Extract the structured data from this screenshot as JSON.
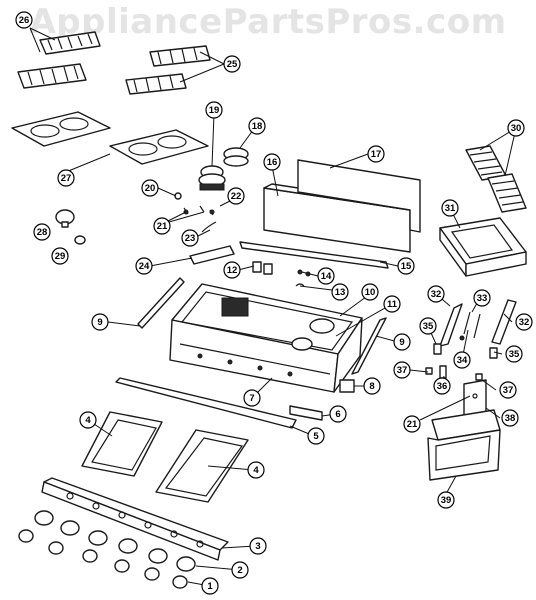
{
  "watermark": "AppliancePartsPros.com",
  "callouts": {
    "c1": "1",
    "c2": "2",
    "c3": "3",
    "c4a": "4",
    "c4b": "4",
    "c5": "5",
    "c6": "6",
    "c7": "7",
    "c8": "8",
    "c9a": "9",
    "c9b": "9",
    "c10": "10",
    "c11": "11",
    "c12": "12",
    "c13": "13",
    "c14": "14",
    "c15": "15",
    "c16": "16",
    "c17": "17",
    "c18": "18",
    "c19": "19",
    "c20": "20",
    "c21a": "21",
    "c21b": "21",
    "c22": "22",
    "c23": "23",
    "c24": "24",
    "c25": "25",
    "c26": "26",
    "c27": "27",
    "c28": "28",
    "c29": "29",
    "c30": "30",
    "c31": "31",
    "c32a": "32",
    "c32b": "32",
    "c33": "33",
    "c34": "34",
    "c35a": "35",
    "c35b": "35",
    "c36": "36",
    "c37a": "37",
    "c37b": "37",
    "c38": "38",
    "c39": "39"
  }
}
